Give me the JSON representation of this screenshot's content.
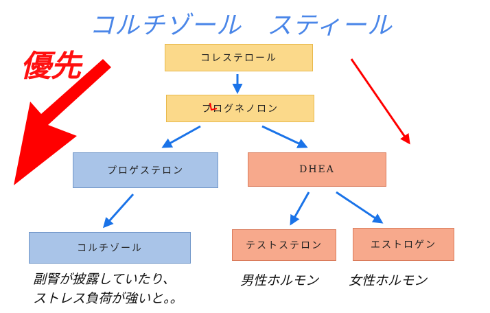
{
  "title": "コルチゾール　スティール",
  "priority_label": "優先",
  "nodes": {
    "cholesterol": "コレステロール",
    "pregnenolone": "プログネノロン",
    "progesterone": "プロゲステロン",
    "dhea": "DHEA",
    "cortisol": "コルチゾール",
    "testosterone": "テストステロン",
    "estrogen": "エストロゲン"
  },
  "labels": {
    "male_hormone": "男性ホルモン",
    "female_hormone": "女性ホルモン"
  },
  "note": {
    "line1": "副腎が披露していたり、",
    "line2": "ストレス負荷が強いと。。"
  },
  "colors": {
    "title": "#4a86e8",
    "arrow_blue": "#1a73e8",
    "arrow_red": "#ff0000",
    "yellow_box": "#fbd98a",
    "blue_box": "#a9c4e8",
    "orange_box": "#f7a98c"
  }
}
